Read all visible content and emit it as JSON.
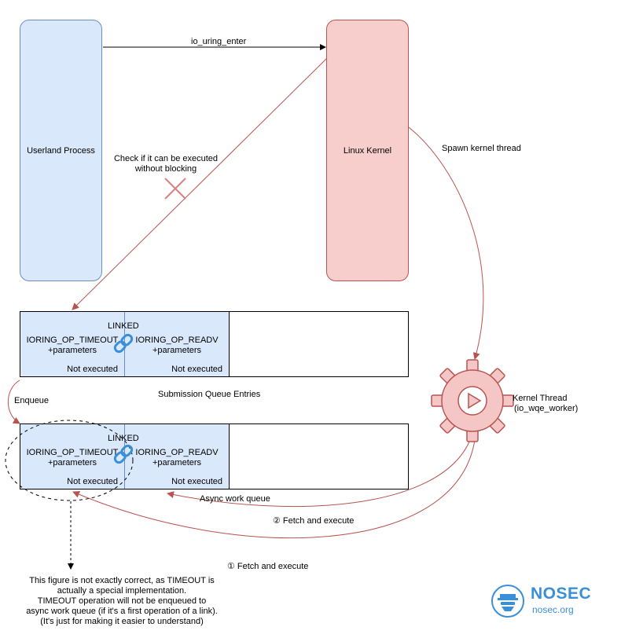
{
  "nodes": {
    "userland": "Userland Process",
    "kernel": "Linux Kernel",
    "kernel_thread_line1": "Kernel Thread",
    "kernel_thread_line2": "(io_wqe_worker)"
  },
  "edges": {
    "io_uring_enter": "io_uring_enter",
    "check_line1": "Check if it can be executed",
    "check_line2": "without blocking",
    "spawn": "Spawn kernel thread",
    "enqueue": "Enqueue",
    "fetch2": "② Fetch and execute",
    "fetch1": "① Fetch and execute"
  },
  "queues": {
    "submission_label": "Submission Queue Entries",
    "async_label": "Async work queue",
    "linked": "LINKED",
    "rows": [
      {
        "entries": [
          {
            "op": "IORING_OP_TIMEOUT",
            "params": "+parameters",
            "status": "Not executed"
          },
          {
            "op": "IORING_OP_READV",
            "params": "+parameters",
            "status": "Not executed"
          }
        ]
      },
      {
        "entries": [
          {
            "op": "IORING_OP_TIMEOUT",
            "params": "+parameters",
            "status": "Not executed"
          },
          {
            "op": "IORING_OP_READV",
            "params": "+parameters",
            "status": "Not executed"
          }
        ]
      }
    ]
  },
  "note": {
    "line1": "This figure is not exactly correct, as TIMEOUT is",
    "line2": "actually a special implementation.",
    "line3": "TIMEOUT operation will not be enqueued to",
    "line4": "async work queue (if it's a first operation of a link).",
    "line5": "(It's just for making it easier to understand)"
  },
  "logo": {
    "title": "NOSEC",
    "subtitle": "nosec.org"
  },
  "colors": {
    "blue_fill": "#dae8fc",
    "blue_stroke": "#6c8ebf",
    "red_fill": "#f8cecc",
    "red_stroke": "#b85450",
    "arrow_red": "#b85450",
    "logo_blue": "#3a8fd9"
  }
}
